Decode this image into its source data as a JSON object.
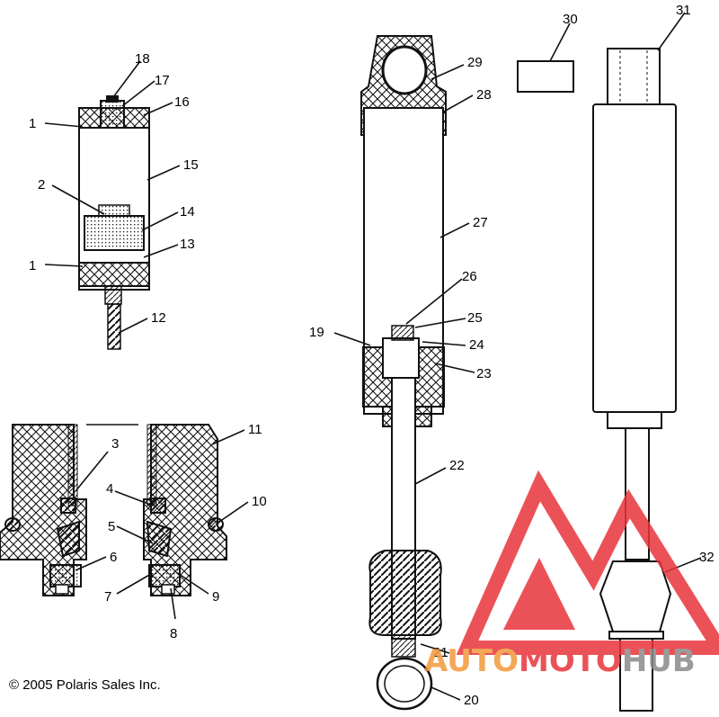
{
  "diagram": {
    "labels": {
      "p1a": "1",
      "p1b": "1",
      "p2": "2",
      "p3": "3",
      "p4": "4",
      "p5": "5",
      "p6": "6",
      "p7": "7",
      "p8": "8",
      "p9": "9",
      "p10": "10",
      "p11": "11",
      "p12": "12",
      "p13": "13",
      "p14": "14",
      "p15": "15",
      "p16": "16",
      "p17": "17",
      "p18": "18",
      "p19": "19",
      "p20": "20",
      "p21": "21",
      "p22": "22",
      "p23": "23",
      "p24": "24",
      "p25": "25",
      "p26": "26",
      "p27": "27",
      "p28": "28",
      "p29": "29",
      "p30": "30",
      "p31": "31",
      "p32": "32"
    },
    "copyright": "© 2005 Polaris Sales Inc."
  },
  "watermark": {
    "text_auto": "AUTO",
    "text_moto": "MOTO",
    "text_hub": "HUB",
    "color_red": "#e8353b",
    "color_orange": "#f39a3a",
    "color_gray": "#8a8a8a"
  }
}
